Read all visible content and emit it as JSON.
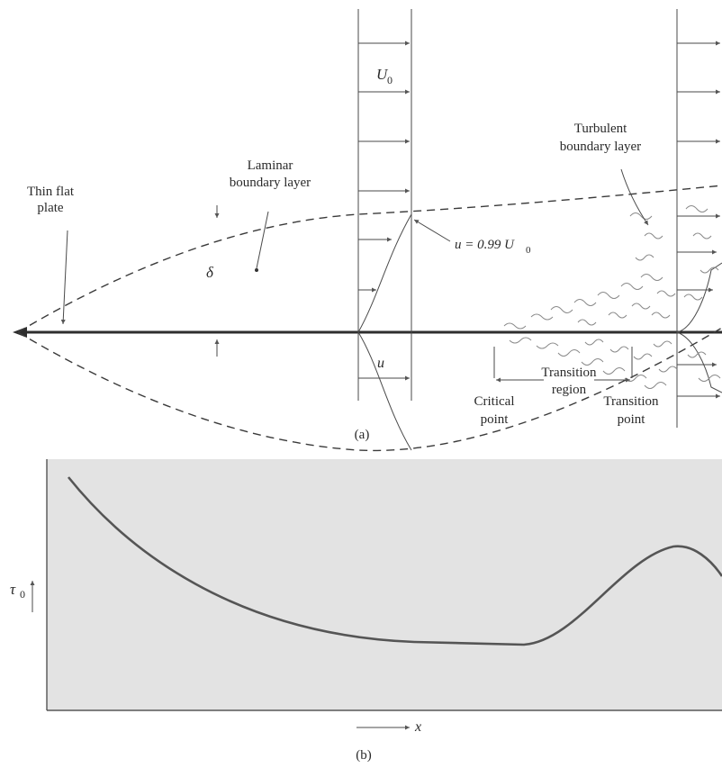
{
  "figure_a": {
    "caption": "(a)",
    "labels": {
      "plate_line1": "Thin flat",
      "plate_line2": "plate",
      "laminar_line1": "Laminar",
      "laminar_line2": "boundary layer",
      "delta": "δ",
      "free_stream": "U",
      "free_stream_sub": "0",
      "edge_prefix": "u = 0.99 U",
      "edge_sub": "0",
      "local_velocity": "u",
      "turbulent_line1": "Turbulent",
      "turbulent_line2": "boundary layer",
      "transition_line1": "Transition",
      "transition_line2": "region",
      "critical_line1": "Critical",
      "critical_line2": "point",
      "transition_pt_line1": "Transition",
      "transition_pt_line2": "point"
    }
  },
  "figure_b": {
    "caption": "(b)",
    "ylabel": "τ",
    "ylabel_sub": "0",
    "xlabel": "x",
    "background_color": "#e3e3e3",
    "curve_color": "#555555"
  }
}
